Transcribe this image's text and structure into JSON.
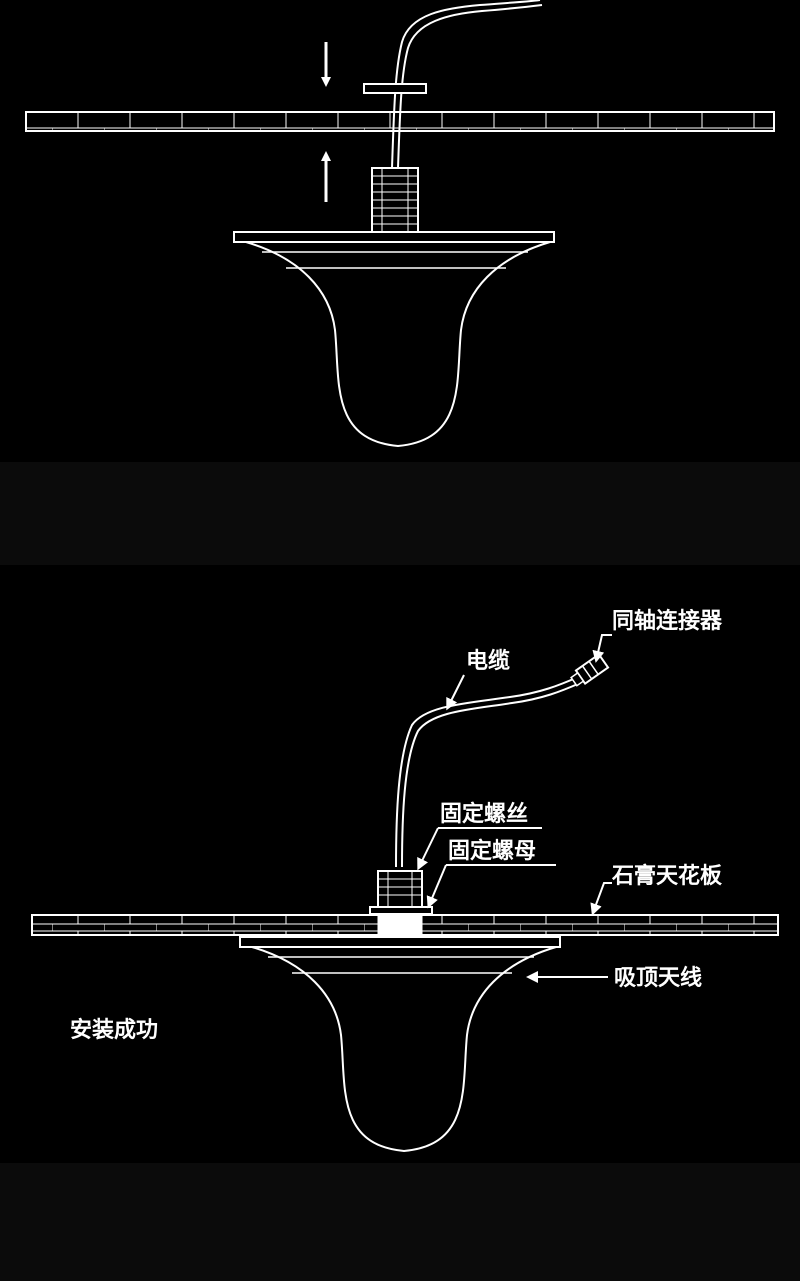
{
  "colors": {
    "background": "#000000",
    "gap": "#0b0b0b",
    "line": "#ffffff"
  },
  "labels": {
    "connector": "同轴连接器",
    "cable": "电缆",
    "fixing_screw": "固定螺丝",
    "fixing_nut": "固定螺母",
    "ceiling": "石膏天花板",
    "antenna": "吸顶天线",
    "success": "安装成功"
  }
}
